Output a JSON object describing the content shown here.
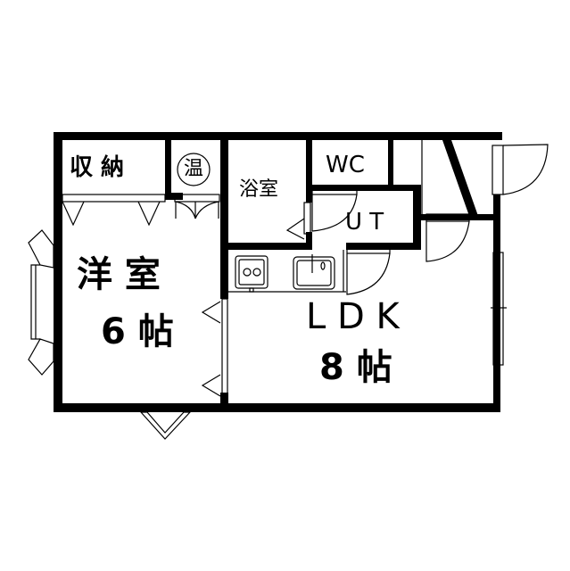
{
  "rooms": {
    "closet": "収 納",
    "water_heater": "温",
    "bath": "浴室",
    "wc": "WC",
    "utility": "U T",
    "western_room": {
      "name": "洋 室",
      "size": "6 帖"
    },
    "ldk": {
      "name": "L D K",
      "size": "8 帖"
    }
  },
  "colors": {
    "wall": "#000000",
    "background": "#ffffff"
  }
}
